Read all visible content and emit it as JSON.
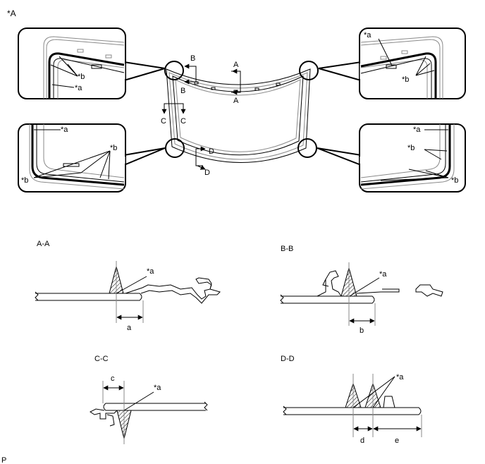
{
  "figure": {
    "view_label": "*A",
    "footer_label": "P"
  },
  "legend": {
    "adhesive": "*a",
    "marker": "*b"
  },
  "section_arrows": {
    "a": "A",
    "b": "B",
    "c": "C",
    "d": "D"
  },
  "sections": [
    {
      "title": "A-A",
      "dims": [
        "a"
      ]
    },
    {
      "title": "B-B",
      "dims": [
        "b"
      ]
    },
    {
      "title": "C-C",
      "dims": [
        "c"
      ]
    },
    {
      "title": "D-D",
      "dims": [
        "d",
        "e"
      ]
    }
  ]
}
